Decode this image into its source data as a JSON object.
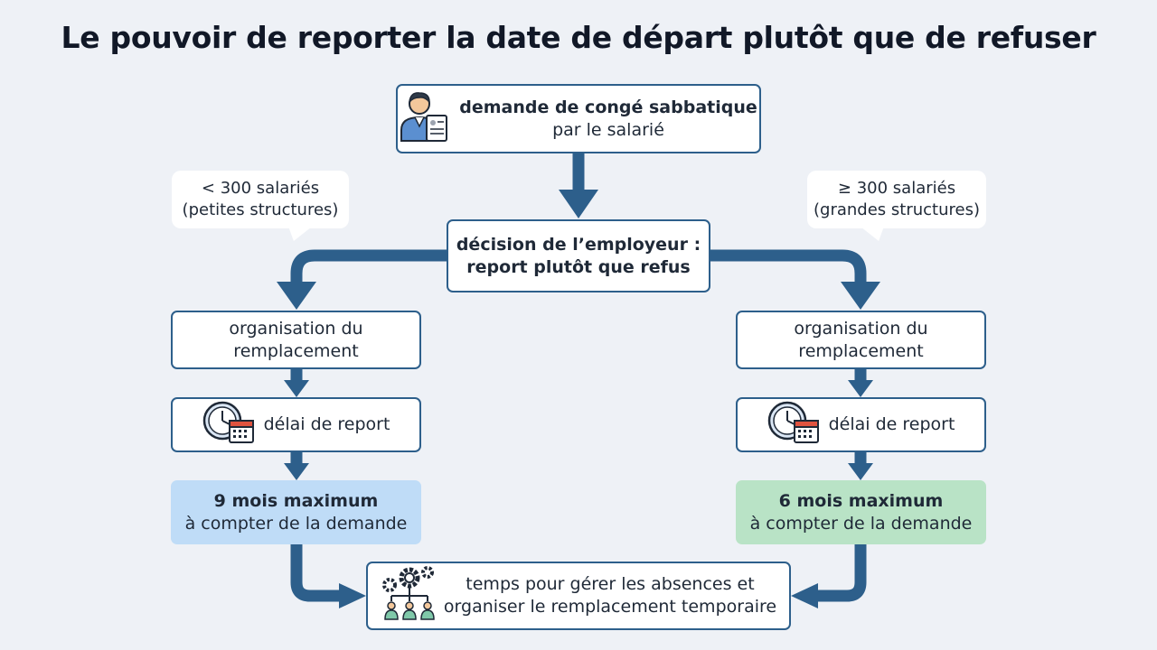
{
  "title": "Le pouvoir de reporter la date de départ plutôt que de refuser",
  "request": {
    "line1": "demande de congé sabbatique",
    "line2": "par le salarié",
    "icon": "employee-document-icon"
  },
  "decision": {
    "line1": "décision de l’employeur :",
    "line2": "report plutôt que refus"
  },
  "left": {
    "bubble_line1": "< 300 salariés",
    "bubble_line2": "(petites structures)",
    "organisation_line1": "organisation du",
    "organisation_line2": "remplacement",
    "delay_label": "délai de report",
    "delay_icon": "clock-calendar-icon",
    "max_line1": "9 mois maximum",
    "max_line2": "à compter de la demande",
    "max_color": "#bfdcf7"
  },
  "right": {
    "bubble_line1": "≥ 300 salariés",
    "bubble_line2": "(grandes structures)",
    "organisation_line1": "organisation du",
    "organisation_line2": "remplacement",
    "delay_label": "délai de report",
    "delay_icon": "clock-calendar-icon",
    "max_line1": "6 mois maximum",
    "max_line2": "à compter de la demande",
    "max_color": "#b9e3c6"
  },
  "result": {
    "line1": "temps pour gérer les absences et",
    "line2": "organiser le remplacement temporaire",
    "icon": "gears-team-icon"
  },
  "colors": {
    "arrow": "#2d5f8b",
    "border": "#2d5f8b"
  }
}
